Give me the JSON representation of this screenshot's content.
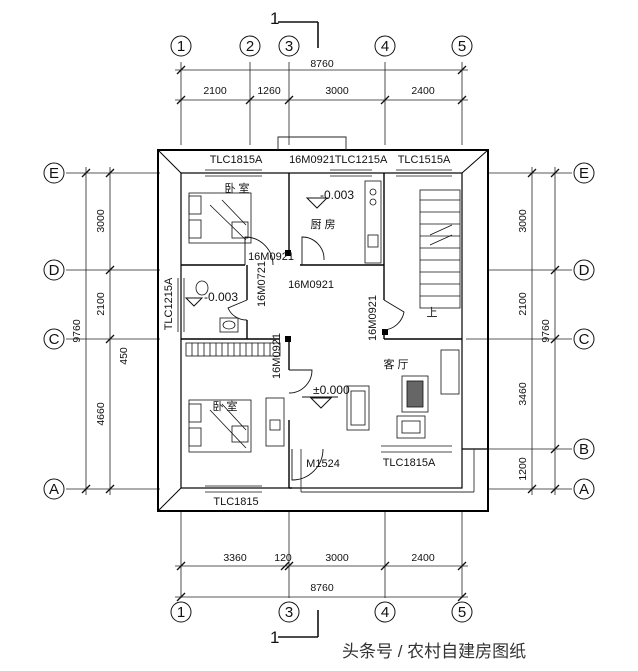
{
  "axes": {
    "columns": [
      "1",
      "2",
      "3",
      "4",
      "5"
    ],
    "rows": [
      "E",
      "D",
      "C",
      "B",
      "A"
    ]
  },
  "section_mark": "1",
  "top_dims": {
    "total": "8760",
    "segments": [
      "2100",
      "1260",
      "3000",
      "2400"
    ]
  },
  "bottom_dims": {
    "total": "8760",
    "segments": [
      "3360",
      "120",
      "3000",
      "2400"
    ]
  },
  "left_dims": {
    "total": "9760",
    "segments": [
      "3000",
      "2100",
      "450",
      "4660"
    ]
  },
  "right_dims": {
    "total": "9760",
    "segments": [
      "3000",
      "2100",
      "3460",
      "1200"
    ]
  },
  "windows": {
    "top_bedroom": "TLC1815A",
    "top_center": "16M0921",
    "kitchen": "TLC1215A",
    "stair": "TLC1515A",
    "left": "TLC1215A",
    "bottom_bedroom": "TLC1815",
    "living": "TLC1815A"
  },
  "doors": {
    "bedroom1": "16M0921",
    "kitchen": "16M0921",
    "bath": "16M0721",
    "stair": "16M0921",
    "bedroom2": "16M0921",
    "entrance": "M1524"
  },
  "rooms": {
    "bedroom1": "卧 室",
    "kitchen": "厨 房",
    "living": "客 厅",
    "bedroom2": "卧 室",
    "stair_up": "上"
  },
  "levels": {
    "kitchen": "-0.003",
    "bath": "-0.003",
    "living": "±0.000"
  },
  "watermark": "头条号 / 农村自建房图纸"
}
